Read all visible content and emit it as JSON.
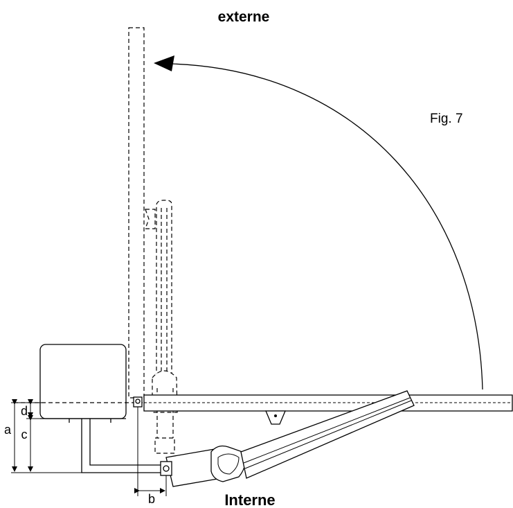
{
  "labels": {
    "top": "externe",
    "bottom": "Interne",
    "figure": "Fig. 7",
    "dim_a": "a",
    "dim_b": "b",
    "dim_c": "c",
    "dim_d": "d"
  }
}
